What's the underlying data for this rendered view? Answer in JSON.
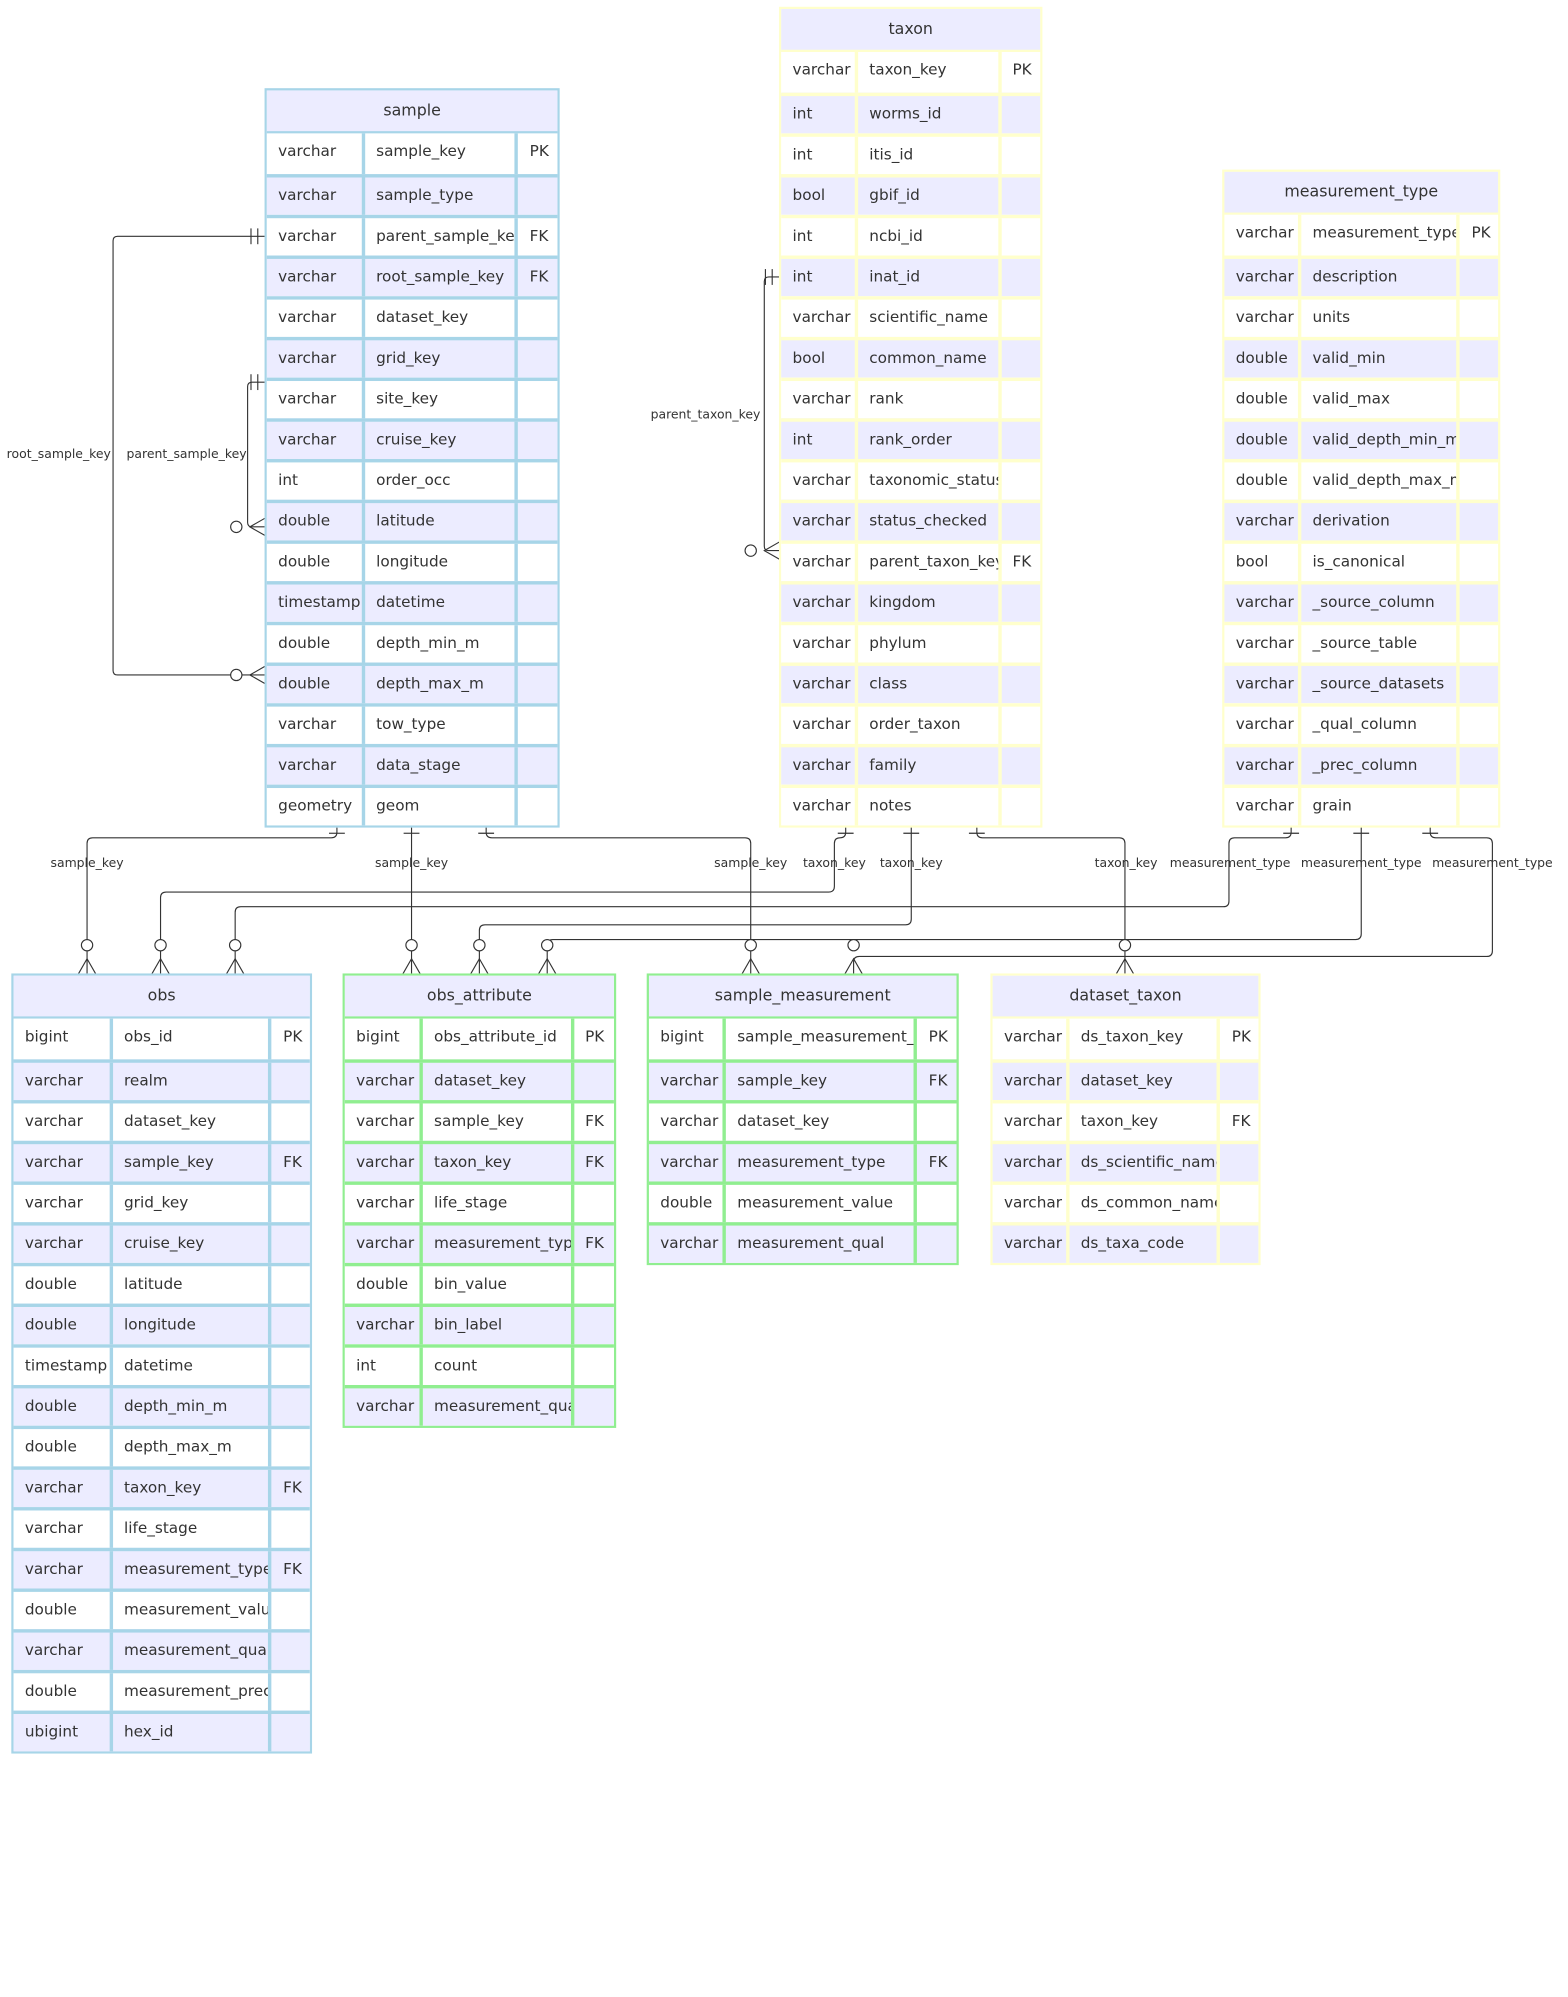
{
  "entities": [
    {
      "id": "sample",
      "title": "sample",
      "theme": "blue",
      "rows": [
        [
          "varchar",
          "sample_key",
          "PK"
        ],
        [
          "varchar",
          "sample_type",
          ""
        ],
        [
          "varchar",
          "parent_sample_key",
          "FK"
        ],
        [
          "varchar",
          "root_sample_key",
          "FK"
        ],
        [
          "varchar",
          "dataset_key",
          ""
        ],
        [
          "varchar",
          "grid_key",
          ""
        ],
        [
          "varchar",
          "site_key",
          ""
        ],
        [
          "varchar",
          "cruise_key",
          ""
        ],
        [
          "int",
          "order_occ",
          ""
        ],
        [
          "double",
          "latitude",
          ""
        ],
        [
          "double",
          "longitude",
          ""
        ],
        [
          "timestamp",
          "datetime",
          ""
        ],
        [
          "double",
          "depth_min_m",
          ""
        ],
        [
          "double",
          "depth_max_m",
          ""
        ],
        [
          "varchar",
          "tow_type",
          ""
        ],
        [
          "varchar",
          "data_stage",
          ""
        ],
        [
          "geometry",
          "geom",
          ""
        ]
      ]
    },
    {
      "id": "taxon",
      "title": "taxon",
      "theme": "yellow",
      "rows": [
        [
          "varchar",
          "taxon_key",
          "PK"
        ],
        [
          "int",
          "worms_id",
          ""
        ],
        [
          "int",
          "itis_id",
          ""
        ],
        [
          "bool",
          "gbif_id",
          ""
        ],
        [
          "int",
          "ncbi_id",
          ""
        ],
        [
          "int",
          "inat_id",
          ""
        ],
        [
          "varchar",
          "scientific_name",
          ""
        ],
        [
          "bool",
          "common_name",
          ""
        ],
        [
          "varchar",
          "rank",
          ""
        ],
        [
          "int",
          "rank_order",
          ""
        ],
        [
          "varchar",
          "taxonomic_status",
          ""
        ],
        [
          "varchar",
          "status_checked",
          ""
        ],
        [
          "varchar",
          "parent_taxon_key",
          "FK"
        ],
        [
          "varchar",
          "kingdom",
          ""
        ],
        [
          "varchar",
          "phylum",
          ""
        ],
        [
          "varchar",
          "class",
          ""
        ],
        [
          "varchar",
          "order_taxon",
          ""
        ],
        [
          "varchar",
          "family",
          ""
        ],
        [
          "varchar",
          "notes",
          ""
        ]
      ]
    },
    {
      "id": "measurement_type",
      "title": "measurement_type",
      "theme": "yellow",
      "rows": [
        [
          "varchar",
          "measurement_type",
          "PK"
        ],
        [
          "varchar",
          "description",
          ""
        ],
        [
          "varchar",
          "units",
          ""
        ],
        [
          "double",
          "valid_min",
          ""
        ],
        [
          "double",
          "valid_max",
          ""
        ],
        [
          "double",
          "valid_depth_min_m",
          ""
        ],
        [
          "double",
          "valid_depth_max_m",
          ""
        ],
        [
          "varchar",
          "derivation",
          ""
        ],
        [
          "bool",
          "is_canonical",
          ""
        ],
        [
          "varchar",
          "_source_column",
          ""
        ],
        [
          "varchar",
          "_source_table",
          ""
        ],
        [
          "varchar",
          "_source_datasets",
          ""
        ],
        [
          "varchar",
          "_qual_column",
          ""
        ],
        [
          "varchar",
          "_prec_column",
          ""
        ],
        [
          "varchar",
          "grain",
          ""
        ]
      ]
    },
    {
      "id": "obs",
      "title": "obs",
      "theme": "blue",
      "rows": [
        [
          "bigint",
          "obs_id",
          "PK"
        ],
        [
          "varchar",
          "realm",
          ""
        ],
        [
          "varchar",
          "dataset_key",
          ""
        ],
        [
          "varchar",
          "sample_key",
          "FK"
        ],
        [
          "varchar",
          "grid_key",
          ""
        ],
        [
          "varchar",
          "cruise_key",
          ""
        ],
        [
          "double",
          "latitude",
          ""
        ],
        [
          "double",
          "longitude",
          ""
        ],
        [
          "timestamp",
          "datetime",
          ""
        ],
        [
          "double",
          "depth_min_m",
          ""
        ],
        [
          "double",
          "depth_max_m",
          ""
        ],
        [
          "varchar",
          "taxon_key",
          "FK"
        ],
        [
          "varchar",
          "life_stage",
          ""
        ],
        [
          "varchar",
          "measurement_type",
          "FK"
        ],
        [
          "double",
          "measurement_value",
          ""
        ],
        [
          "varchar",
          "measurement_qual",
          ""
        ],
        [
          "double",
          "measurement_prec",
          ""
        ],
        [
          "ubigint",
          "hex_id",
          ""
        ]
      ]
    },
    {
      "id": "obs_attribute",
      "title": "obs_attribute",
      "theme": "green",
      "rows": [
        [
          "bigint",
          "obs_attribute_id",
          "PK"
        ],
        [
          "varchar",
          "dataset_key",
          ""
        ],
        [
          "varchar",
          "sample_key",
          "FK"
        ],
        [
          "varchar",
          "taxon_key",
          "FK"
        ],
        [
          "varchar",
          "life_stage",
          ""
        ],
        [
          "varchar",
          "measurement_type",
          "FK"
        ],
        [
          "double",
          "bin_value",
          ""
        ],
        [
          "varchar",
          "bin_label",
          ""
        ],
        [
          "int",
          "count",
          ""
        ],
        [
          "varchar",
          "measurement_qual",
          ""
        ]
      ]
    },
    {
      "id": "sample_measurement",
      "title": "sample_measurement",
      "theme": "green",
      "rows": [
        [
          "bigint",
          "sample_measurement_id",
          "PK"
        ],
        [
          "varchar",
          "sample_key",
          "FK"
        ],
        [
          "varchar",
          "dataset_key",
          ""
        ],
        [
          "varchar",
          "measurement_type",
          "FK"
        ],
        [
          "double",
          "measurement_value",
          ""
        ],
        [
          "varchar",
          "measurement_qual",
          ""
        ]
      ]
    },
    {
      "id": "dataset_taxon",
      "title": "dataset_taxon",
      "theme": "yellow",
      "rows": [
        [
          "varchar",
          "ds_taxon_key",
          "PK"
        ],
        [
          "varchar",
          "dataset_key",
          ""
        ],
        [
          "varchar",
          "taxon_key",
          "FK"
        ],
        [
          "varchar",
          "ds_scientific_name",
          ""
        ],
        [
          "varchar",
          "ds_common_name",
          ""
        ],
        [
          "varchar",
          "ds_taxa_code",
          ""
        ]
      ]
    }
  ],
  "relationships": [
    {
      "label": "root_sample_key"
    },
    {
      "label": "parent_sample_key"
    },
    {
      "label": "parent_taxon_key"
    },
    {
      "label": "sample_key"
    },
    {
      "label": "sample_key"
    },
    {
      "label": "sample_key"
    },
    {
      "label": "taxon_key"
    },
    {
      "label": "taxon_key"
    },
    {
      "label": "taxon_key"
    },
    {
      "label": "measurement_type"
    },
    {
      "label": "measurement_type"
    },
    {
      "label": "measurement_type"
    }
  ]
}
